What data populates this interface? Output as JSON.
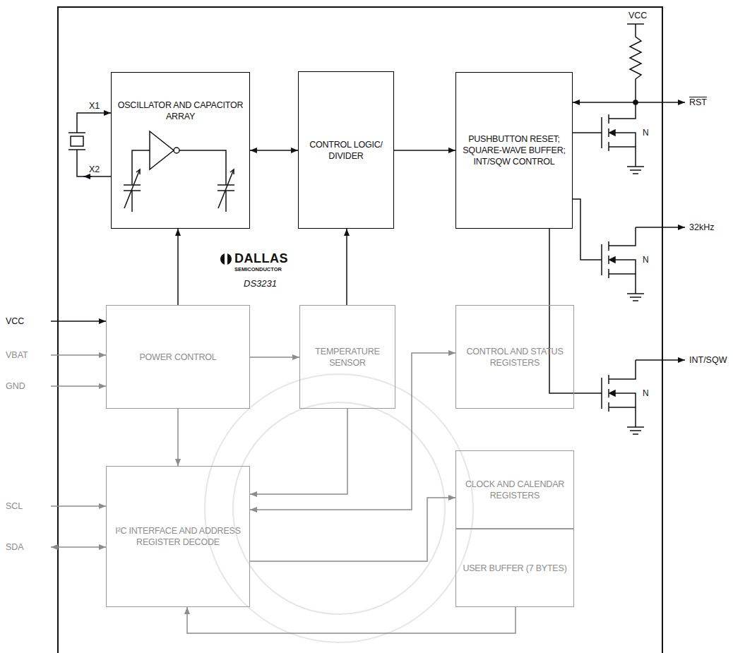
{
  "diagram": {
    "nodes": [
      {
        "text": [
          "OSCILLATOR AND CAPACITOR ARRAY"
        ]
      },
      {
        "text": [
          "CONTROL LOGIC/ DIVIDER"
        ]
      },
      {
        "text": [
          "PUSHBUTTON RESET; SQUARE-WAVE BUFFER; INT/SQW CONTROL"
        ]
      },
      {
        "text": [
          "POWER CONTROL"
        ]
      },
      {
        "text": [
          "TEMPERATURE SENSOR"
        ]
      },
      {
        "text": [
          "CONTROL AND STATUS REGISTERS"
        ]
      },
      {
        "text": [
          "I²C INTERFACE AND ADDRESS REGISTER DECODE"
        ]
      },
      {
        "text": [
          "CLOCK AND CALENDAR REGISTERS"
        ]
      },
      {
        "text": [
          "USER BUFFER (7 BYTES)"
        ]
      }
    ],
    "edges": [
      {
        "from": 0,
        "to": 1,
        "arrow": "both"
      },
      {
        "from": 1,
        "to": 2,
        "arrow": "to"
      },
      {
        "from": 3,
        "to": 0,
        "arrow": "to"
      },
      {
        "from": 4,
        "to": 1,
        "arrow": "to"
      },
      {
        "from": 3,
        "to": 4,
        "arrow": "to"
      },
      {
        "from": 3,
        "to": 6,
        "arrow": "to"
      },
      {
        "from": 4,
        "to": 6,
        "arrow": "to"
      },
      {
        "from": 6,
        "to": 5,
        "arrow": "both"
      },
      {
        "from": 6,
        "to": 7,
        "arrow": "to"
      },
      {
        "from": 8,
        "to": 6,
        "arrow": "to"
      }
    ],
    "labels": [
      "X1",
      "X2",
      "VCC",
      "RST",
      "32kHz",
      "INT/SQW",
      "N",
      "N",
      "N",
      "VCC",
      "VBAT",
      "GND",
      "SCL",
      "SDA",
      "DALLAS",
      "SEMICONDUCTOR",
      "DS3231"
    ]
  }
}
